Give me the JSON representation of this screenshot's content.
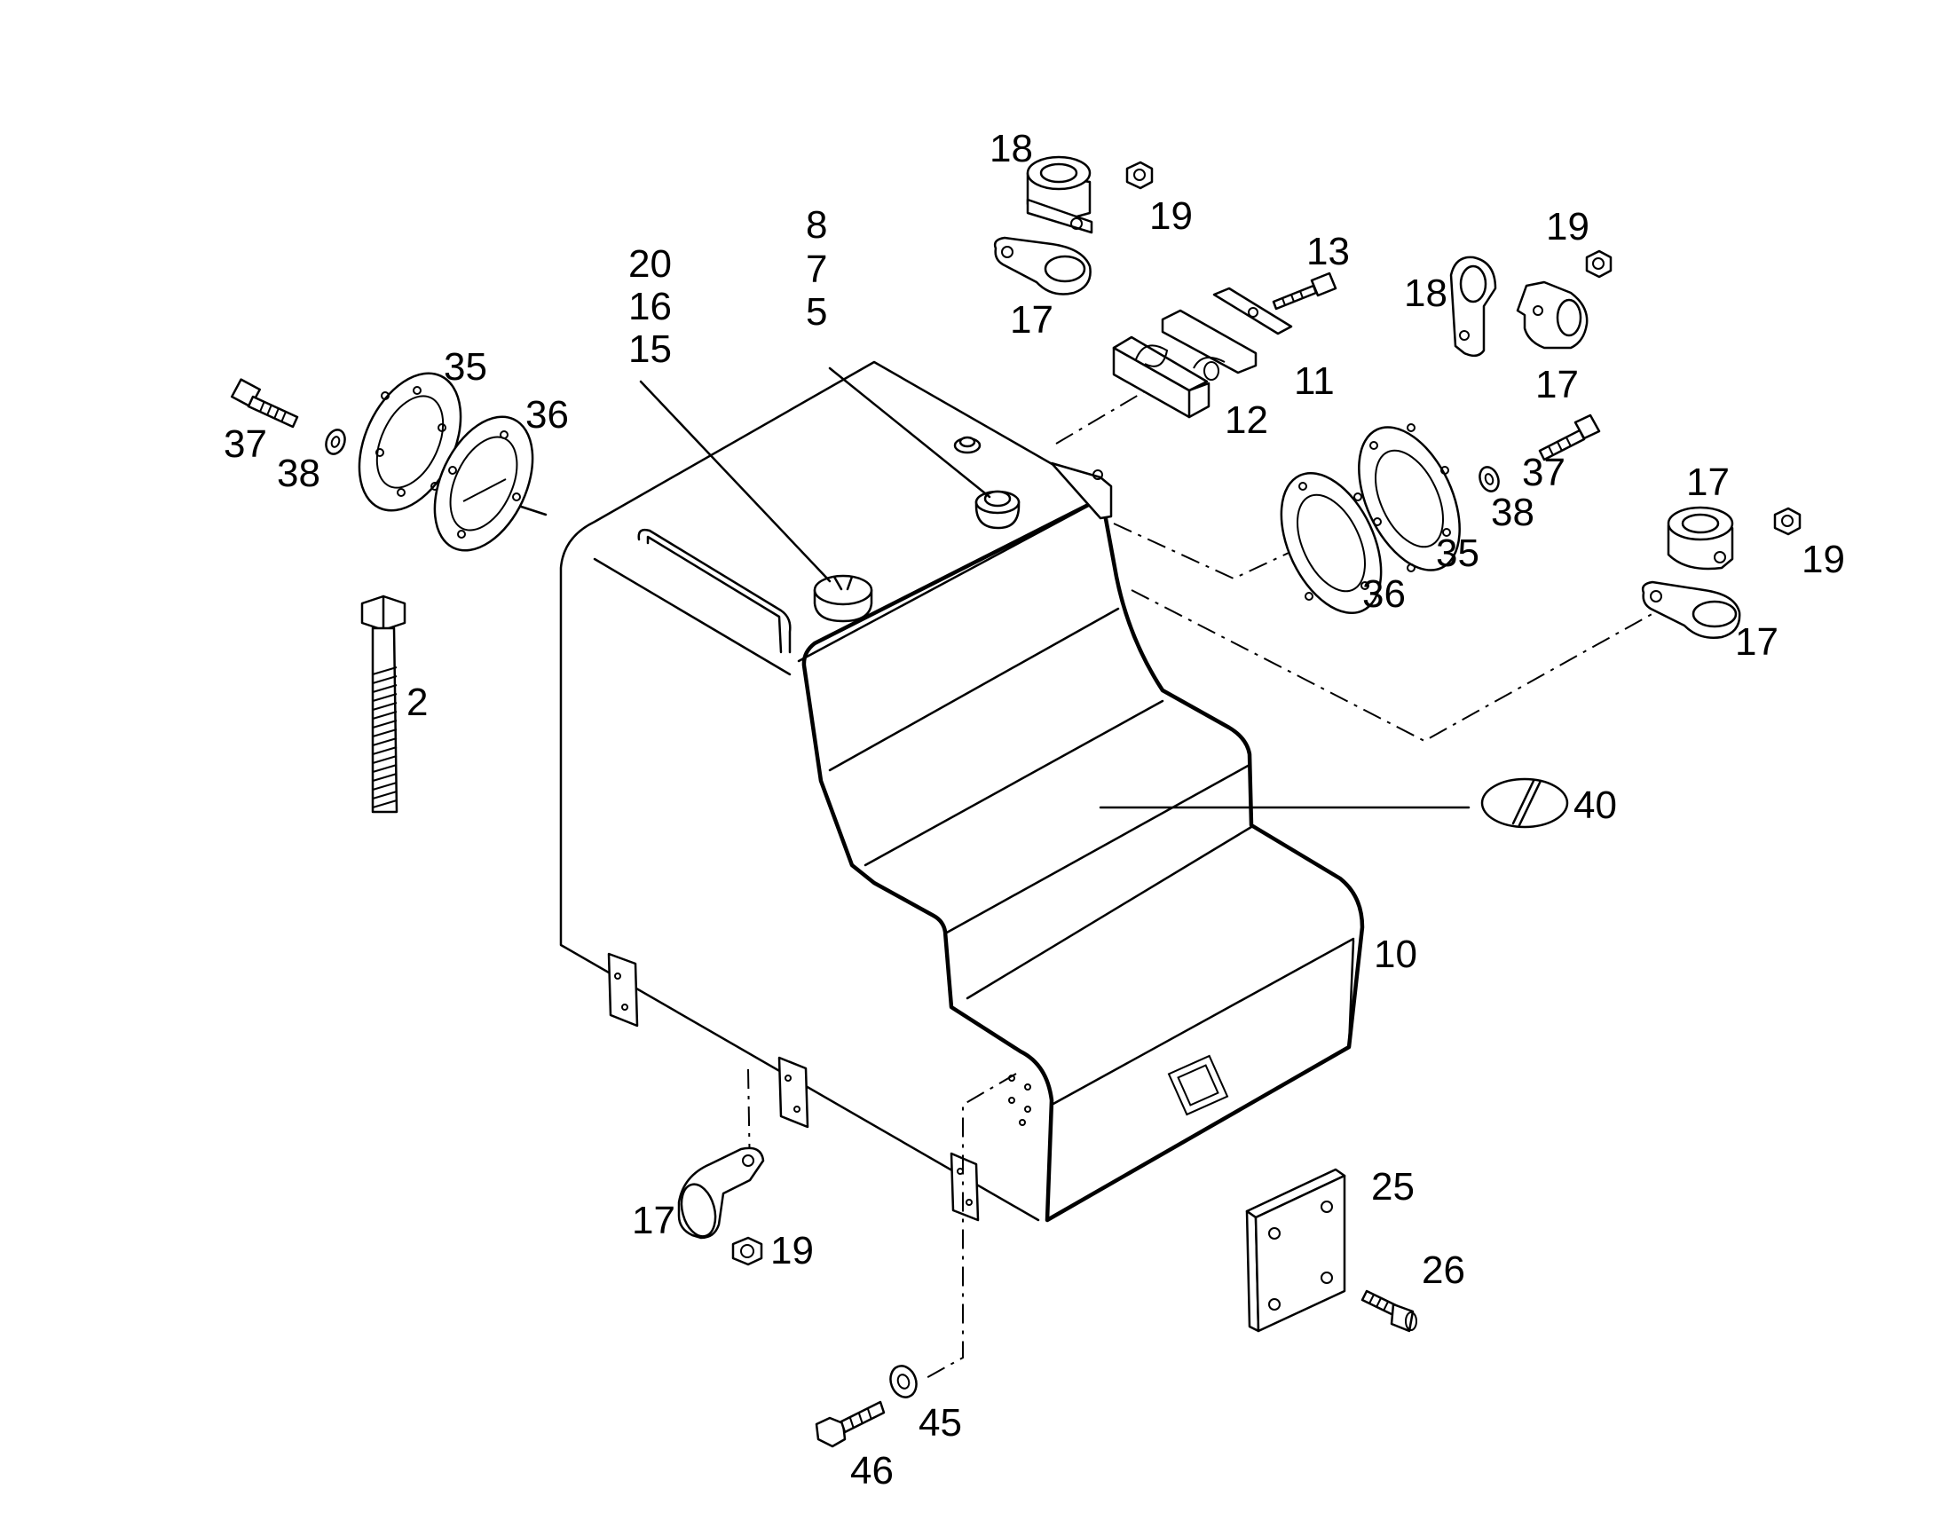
{
  "labels": {
    "l2": "2",
    "l5": "5",
    "l7": "7",
    "l8": "8",
    "l10": "10",
    "l11": "11",
    "l12": "12",
    "l13": "13",
    "l15": "15",
    "l16": "16",
    "l17a": "17",
    "l17b": "17",
    "l17c": "17",
    "l17d": "17",
    "l17e": "17",
    "l18a": "18",
    "l18b": "18",
    "l19a": "19",
    "l19b": "19",
    "l19c": "19",
    "l19d": "19",
    "l20": "20",
    "l25": "25",
    "l26": "26",
    "l35a": "35",
    "l35b": "35",
    "l36a": "36",
    "l36b": "36",
    "l37a": "37",
    "l37b": "37",
    "l38a": "38",
    "l38b": "38",
    "l40": "40",
    "l45": "45",
    "l46": "46"
  }
}
